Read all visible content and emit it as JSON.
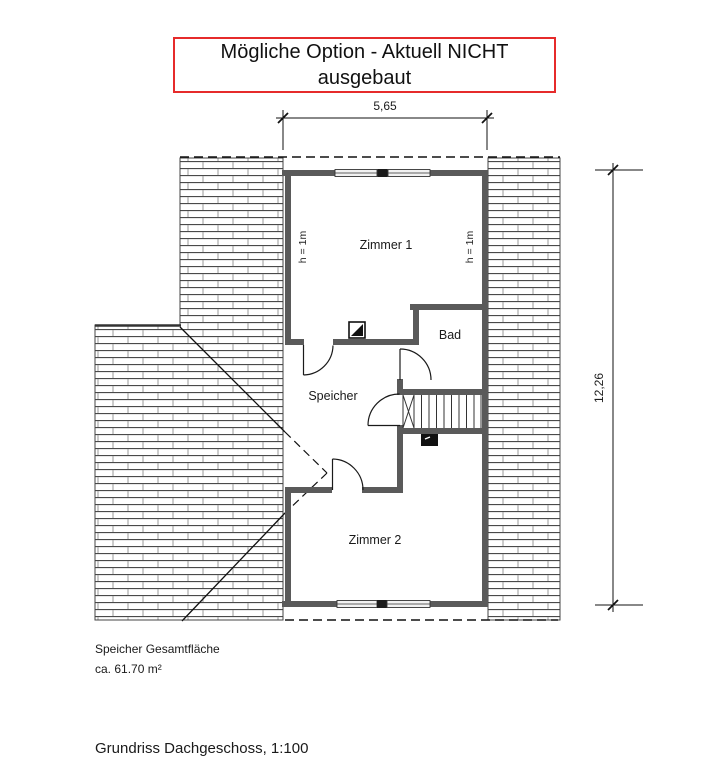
{
  "title": {
    "line": "Mögliche Option - Aktuell NICHT ausgebaut"
  },
  "rooms": {
    "zimmer1": "Zimmer 1",
    "bad": "Bad",
    "speicher": "Speicher",
    "zimmer2": "Zimmer 2"
  },
  "annotations": {
    "height_left": "h = 1m",
    "height_right": "h = 1m"
  },
  "dimensions": {
    "width": "5,65",
    "height": "12,26"
  },
  "area_note": {
    "line1": "Speicher Gesamtfläche",
    "line2": "ca. 61.70 m²"
  },
  "caption": "Grundriss Dachgeschoss, 1:100",
  "colors": {
    "wall": "#5a5a5a",
    "title_border": "#e62b2b",
    "hatch_line": "#4a4a4a",
    "text": "#1a1a1a"
  }
}
